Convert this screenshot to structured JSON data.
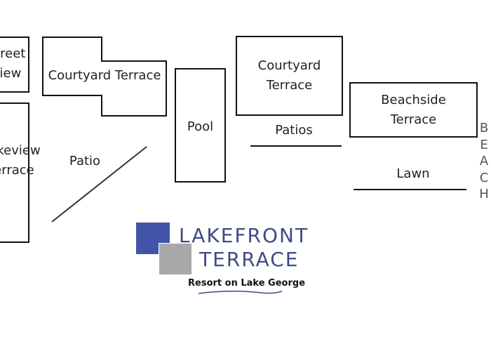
{
  "map": {
    "buildings": {
      "street_view": [
        "Street",
        "View"
      ],
      "lakeview_terrace": [
        "Lakeview",
        "Terrace"
      ],
      "courtyard_terrace_left": [
        "Courtyard Terrace"
      ],
      "pool": [
        "Pool"
      ],
      "courtyard_terrace_right": [
        "Courtyard",
        "Terrace"
      ],
      "beachside_terrace": [
        "Beachside",
        "Terrace"
      ]
    },
    "areas": {
      "patio": "Patio",
      "patios": "Patios",
      "lawn": "Lawn"
    },
    "beach_letters": [
      "B",
      "E",
      "A",
      "C",
      "H"
    ]
  },
  "logo": {
    "line1": "LAKEFRONT",
    "line2": "TERRACE",
    "tagline": "Resort on Lake George",
    "colors": {
      "blue_square": "#4254a8",
      "gray_square": "#a8a8a8",
      "text": "#3e4a86"
    }
  }
}
